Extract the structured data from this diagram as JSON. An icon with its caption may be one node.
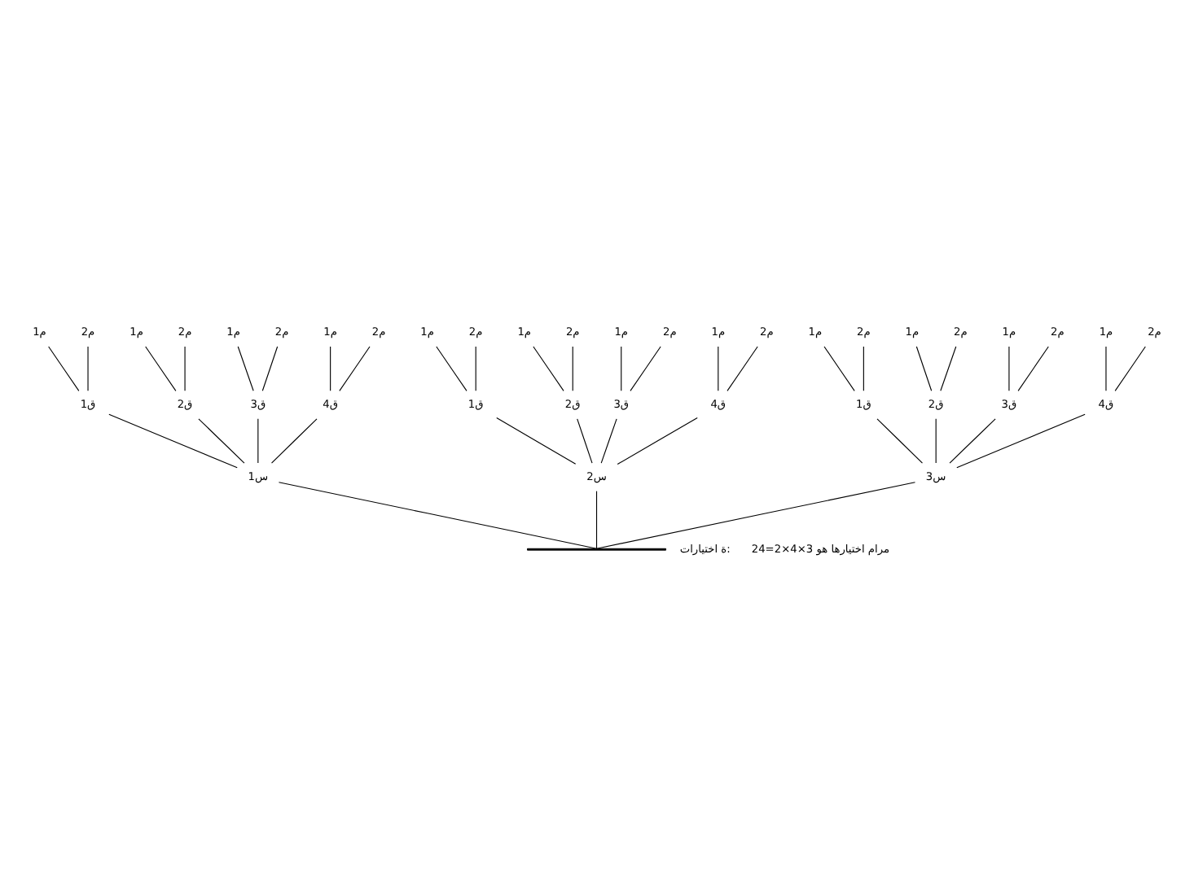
{
  "diagram": {
    "nodes": [
      {
        "text": [],
        "shape": "bar"
      },
      {
        "text": [
          "س1"
        ]
      },
      {
        "text": [
          "س2"
        ]
      },
      {
        "text": [
          "س3"
        ]
      },
      {
        "text": [
          "ق1"
        ]
      },
      {
        "text": [
          "ق2"
        ]
      },
      {
        "text": [
          "ق3"
        ]
      },
      {
        "text": [
          "ق4"
        ]
      },
      {
        "text": [
          "ق1"
        ]
      },
      {
        "text": [
          "ق2"
        ]
      },
      {
        "text": [
          "ق3"
        ]
      },
      {
        "text": [
          "ق4"
        ]
      },
      {
        "text": [
          "ق1"
        ]
      },
      {
        "text": [
          "ق2"
        ]
      },
      {
        "text": [
          "ق3"
        ]
      },
      {
        "text": [
          "ق4"
        ]
      },
      {
        "text": [
          "م1"
        ]
      },
      {
        "text": [
          "م2"
        ]
      },
      {
        "text": [
          "م1"
        ]
      },
      {
        "text": [
          "م2"
        ]
      },
      {
        "text": [
          "م1"
        ]
      },
      {
        "text": [
          "م2"
        ]
      },
      {
        "text": [
          "م1"
        ]
      },
      {
        "text": [
          "م2"
        ]
      },
      {
        "text": [
          "م1"
        ]
      },
      {
        "text": [
          "م2"
        ]
      },
      {
        "text": [
          "م1"
        ]
      },
      {
        "text": [
          "م2"
        ]
      },
      {
        "text": [
          "م1"
        ]
      },
      {
        "text": [
          "م2"
        ]
      },
      {
        "text": [
          "م1"
        ]
      },
      {
        "text": [
          "م2"
        ]
      },
      {
        "text": [
          "م1"
        ]
      },
      {
        "text": [
          "م2"
        ]
      },
      {
        "text": [
          "م1"
        ]
      },
      {
        "text": [
          "م2"
        ]
      },
      {
        "text": [
          "م1"
        ]
      },
      {
        "text": [
          "م2"
        ]
      },
      {
        "text": [
          "م1"
        ]
      },
      {
        "text": [
          "م2"
        ]
      }
    ],
    "edges": [
      {
        "from": 0,
        "to": 1,
        "arrow": "none"
      },
      {
        "from": 0,
        "to": 2,
        "arrow": "none"
      },
      {
        "from": 0,
        "to": 3,
        "arrow": "none"
      },
      {
        "from": 1,
        "to": 4,
        "arrow": "none"
      },
      {
        "from": 1,
        "to": 5,
        "arrow": "none"
      },
      {
        "from": 1,
        "to": 6,
        "arrow": "none"
      },
      {
        "from": 1,
        "to": 7,
        "arrow": "none"
      },
      {
        "from": 2,
        "to": 8,
        "arrow": "none"
      },
      {
        "from": 2,
        "to": 9,
        "arrow": "none"
      },
      {
        "from": 2,
        "to": 10,
        "arrow": "none"
      },
      {
        "from": 2,
        "to": 11,
        "arrow": "none"
      },
      {
        "from": 3,
        "to": 12,
        "arrow": "none"
      },
      {
        "from": 3,
        "to": 13,
        "arrow": "none"
      },
      {
        "from": 3,
        "to": 14,
        "arrow": "none"
      },
      {
        "from": 3,
        "to": 15,
        "arrow": "none"
      },
      {
        "from": 4,
        "to": 16,
        "arrow": "none"
      },
      {
        "from": 4,
        "to": 17,
        "arrow": "none"
      },
      {
        "from": 5,
        "to": 18,
        "arrow": "none"
      },
      {
        "from": 5,
        "to": 19,
        "arrow": "none"
      },
      {
        "from": 6,
        "to": 20,
        "arrow": "none"
      },
      {
        "from": 6,
        "to": 21,
        "arrow": "none"
      },
      {
        "from": 7,
        "to": 22,
        "arrow": "none"
      },
      {
        "from": 7,
        "to": 23,
        "arrow": "none"
      },
      {
        "from": 8,
        "to": 24,
        "arrow": "none"
      },
      {
        "from": 8,
        "to": 25,
        "arrow": "none"
      },
      {
        "from": 9,
        "to": 26,
        "arrow": "none"
      },
      {
        "from": 9,
        "to": 27,
        "arrow": "none"
      },
      {
        "from": 10,
        "to": 28,
        "arrow": "none"
      },
      {
        "from": 10,
        "to": 29,
        "arrow": "none"
      },
      {
        "from": 11,
        "to": 30,
        "arrow": "none"
      },
      {
        "from": 11,
        "to": 31,
        "arrow": "none"
      },
      {
        "from": 12,
        "to": 32,
        "arrow": "none"
      },
      {
        "from": 12,
        "to": 33,
        "arrow": "none"
      },
      {
        "from": 13,
        "to": 34,
        "arrow": "none"
      },
      {
        "from": 13,
        "to": 35,
        "arrow": "none"
      },
      {
        "from": 14,
        "to": 36,
        "arrow": "none"
      },
      {
        "from": 14,
        "to": 37,
        "arrow": "none"
      },
      {
        "from": 15,
        "to": 38,
        "arrow": "none"
      },
      {
        "from": 15,
        "to": 39,
        "arrow": "none"
      }
    ],
    "labels": [
      "ة اختيارات:",
      "مرام اختيارها هو 3×4×2=24"
    ]
  }
}
